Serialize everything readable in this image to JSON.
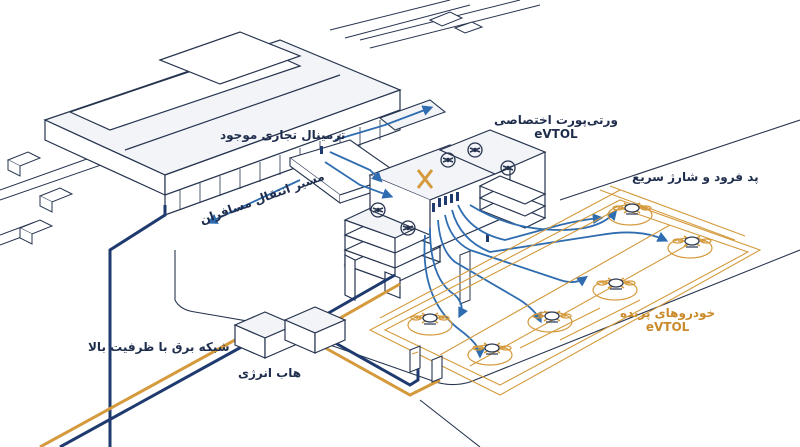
{
  "labels": {
    "terminal": "ترمینال تجاری موجود",
    "vertiport_line1": "ورتی‌پورت اختصاصی",
    "vertiport_line2": "eVTOL",
    "passenger_route": "مسیر انتقال مسافران",
    "landing_pad": "پد فرود و شارژ سریع",
    "evtol_line1": "خودروهای پرنده",
    "evtol_line2": "eVTOL",
    "power_grid": "شبکه برق با ظرفیت بالا",
    "energy_hub": "هاب انرژی"
  },
  "colors": {
    "navy": "#1f3a6e",
    "blue": "#2f6db0",
    "orange": "#d49a3c",
    "line": "#26344f",
    "fill": "#ffffff",
    "roof": "#f2f4f7"
  }
}
